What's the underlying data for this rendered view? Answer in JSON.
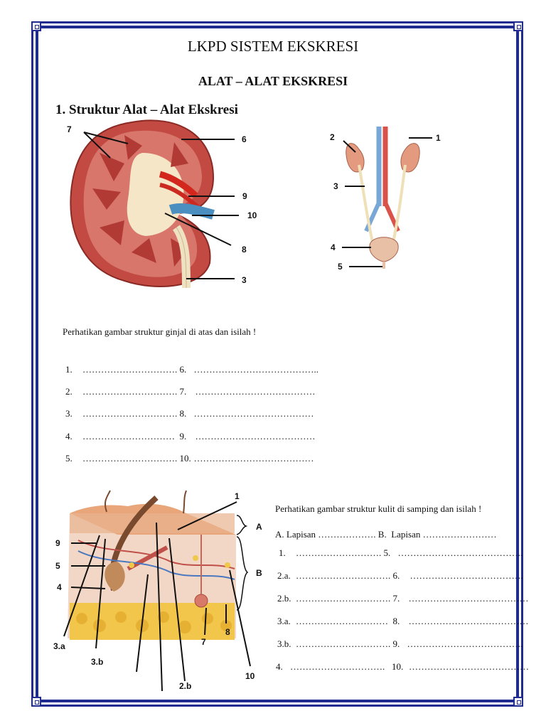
{
  "header": {
    "title": "LKPD  SISTEM EKSKRESI",
    "subtitle": "ALAT – ALAT EKSKRESI",
    "section": "1. Struktur Alat – Alat Ekskresi"
  },
  "kidney_figure": {
    "labels": [
      "7",
      "6",
      "9",
      "10",
      "8",
      "3"
    ]
  },
  "urinary_figure": {
    "labels": [
      "2",
      "1",
      "3",
      "4",
      "5"
    ]
  },
  "kidney_prompt": "Perhatikan gambar struktur ginjal di atas dan isilah !",
  "kidney_answers": [
    {
      "num": "1.",
      "blank": "………………………….",
      "num2": "6.",
      "blank2": "………………………………….."
    },
    {
      "num": "2.",
      "blank": "………………………….",
      "num2": "7.",
      "blank2": "…………………………………"
    },
    {
      "num": "3.",
      "blank": "………………………….",
      "num2": "8.",
      "blank2": "…………………………………"
    },
    {
      "num": "4.",
      "blank": "…………………………",
      "num2": "9.",
      "blank2": "…………………………………"
    },
    {
      "num": "5.",
      "blank": "………………………….",
      "num2": "10.",
      "blank2": "…………………………………"
    }
  ],
  "skin_figure": {
    "labels": [
      "1",
      "A",
      "B",
      "9",
      "5",
      "4",
      "3.a",
      "3.b",
      "2.b",
      "7",
      "8",
      "10"
    ]
  },
  "skin_prompt": "Perhatikan gambar struktur kulit di samping dan isilah  !",
  "skin_layers": "A. Lapisan ………………. B.  Lapisan ……………………",
  "skin_answers": [
    {
      "num": "1.",
      "blank": "……………………….",
      "num2": "5.",
      "blank2": "………………………………….."
    },
    {
      "num": "2.a.",
      "blank": "………………………….",
      "num2": "6.",
      "blank2": "………………………………."
    },
    {
      "num": "2.b.",
      "blank": "………………………….",
      "num2": "7.",
      "blank2": "…………………………………"
    },
    {
      "num": "3.a.",
      "blank": "…………………………",
      "num2": "8.",
      "blank2": "…………………………………"
    },
    {
      "num": "3.b.",
      "blank": "………………………….",
      "num2": "9.",
      "blank2": "……………………………….."
    },
    {
      "num": "4.",
      "blank": "………………………….",
      "num2": "10.",
      "blank2": "…………………………………"
    }
  ],
  "colors": {
    "border": "#1f2b8f",
    "kidney": "#c24a42",
    "skin": "#e8b490",
    "fat": "#f2c64a"
  }
}
